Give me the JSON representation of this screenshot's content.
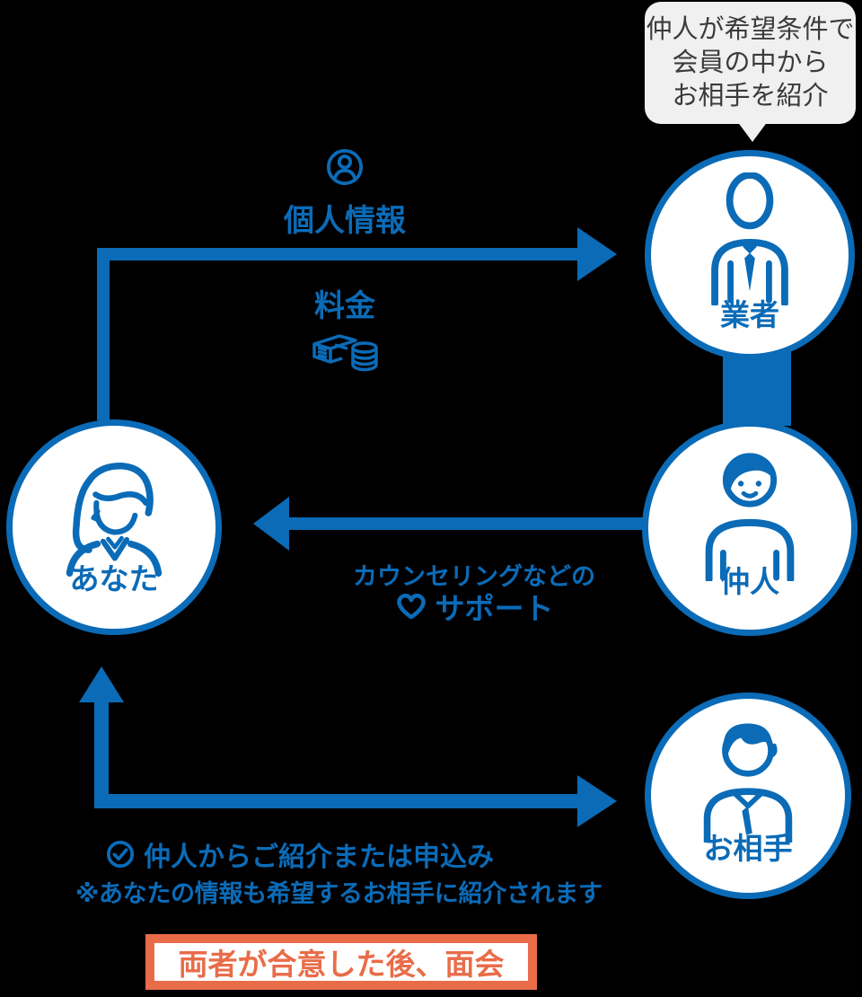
{
  "colors": {
    "blue": "#0b6bb7",
    "orange": "#e96c49",
    "bubble_background": "#f0f0f1",
    "bubble_text": "#3b3b3b",
    "background": "#000000",
    "circle_fill": "#ffffff"
  },
  "bubble": {
    "lines": [
      "仲人が希望条件で",
      "会員の中から",
      "お相手を紹介"
    ]
  },
  "actors": {
    "agency": {
      "label": "業者",
      "icon": "businessman-icon"
    },
    "matchmaker": {
      "label": "仲人",
      "icon": "matchmaker-icon"
    },
    "partner": {
      "label": "お相手",
      "icon": "man-icon"
    },
    "you": {
      "label": "あなた",
      "icon": "woman-icon"
    }
  },
  "flows": {
    "to_agency": {
      "personal_info": "個人情報",
      "fee": "料金",
      "icons": [
        "person-circle-icon",
        "money-icon"
      ]
    },
    "support": {
      "line1": "カウンセリングなどの",
      "label": "サポート",
      "icon": "heart-icon"
    },
    "introduction": {
      "title": "仲人からご紹介または申込み",
      "note": "※あなたの情報も希望するお相手に紹介されます",
      "icon": "check-circle-icon"
    }
  },
  "footer": {
    "label": "両者が合意した後、面会"
  }
}
